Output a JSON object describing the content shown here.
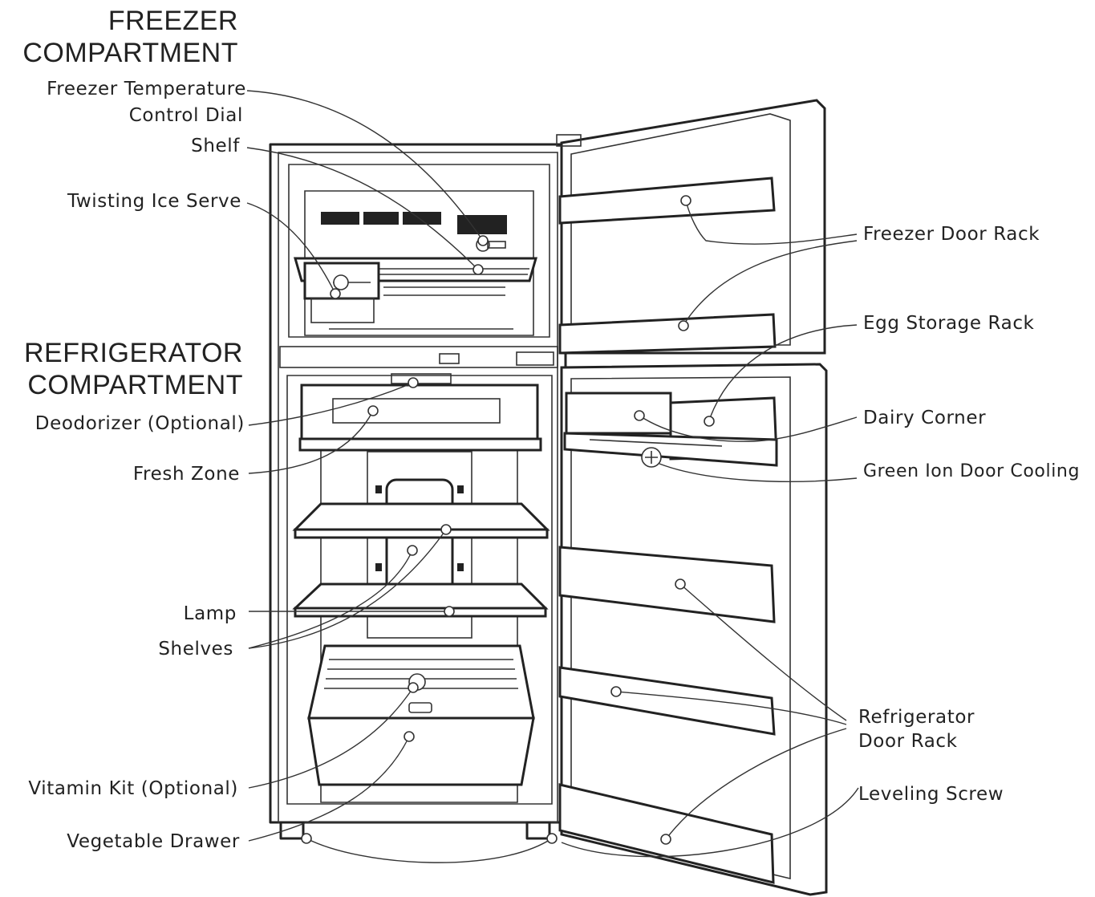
{
  "headings": {
    "freezer": [
      "FREEZER",
      "COMPARTMENT"
    ],
    "refrigerator": [
      "REFRIGERATOR",
      "COMPARTMENT"
    ]
  },
  "labels": {
    "freezer_dial": [
      "Freezer Temperature",
      "Control Dial"
    ],
    "shelf": "Shelf",
    "twisting_ice": "Twisting Ice Serve",
    "deodorizer": "Deodorizer (Optional)",
    "fresh_zone": "Fresh Zone",
    "lamp": "Lamp",
    "shelves": "Shelves",
    "vitamin_kit": "Vitamin Kit (Optional)",
    "vegetable_drawer": "Vegetable Drawer",
    "freezer_door_rack": "Freezer Door Rack",
    "egg_storage_rack": "Egg Storage Rack",
    "dairy_corner": "Dairy Corner",
    "green_ion": "Green Ion Door Cooling",
    "fridge_door_rack": [
      "Refrigerator",
      "Door Rack"
    ],
    "leveling_screw": "Leveling Screw"
  }
}
